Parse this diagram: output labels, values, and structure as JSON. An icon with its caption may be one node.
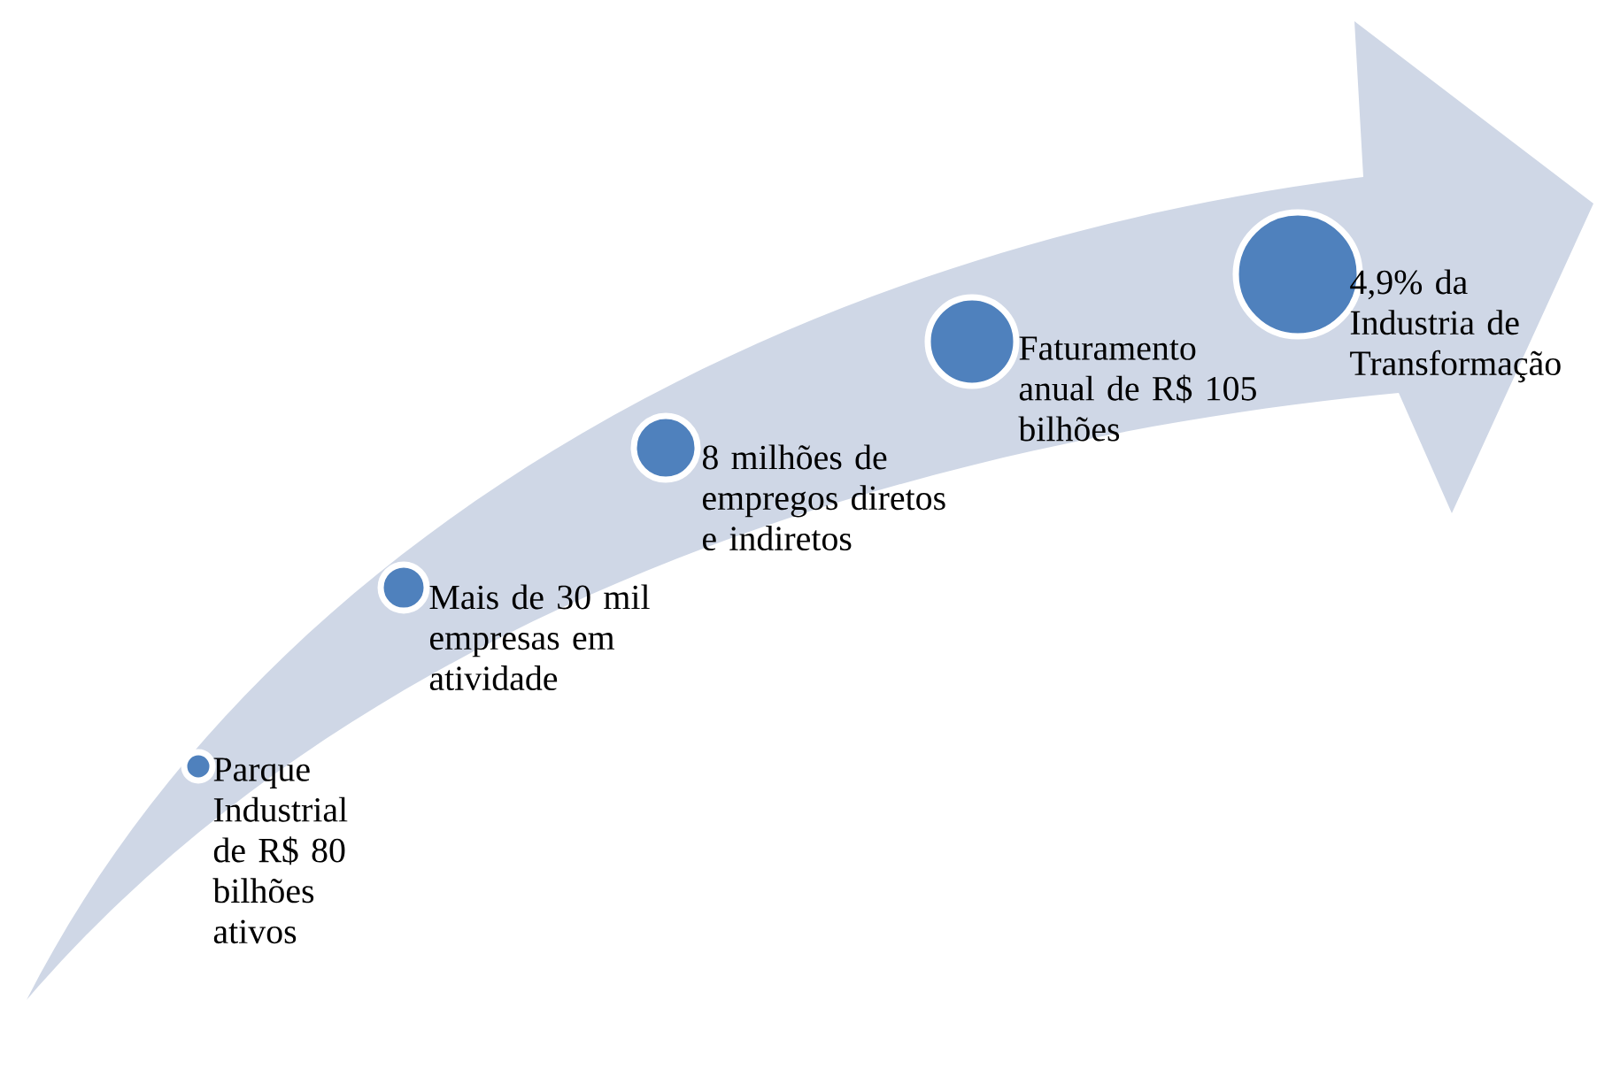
{
  "diagram": {
    "nodes": [
      {
        "text": [],
        "shape": "circle",
        "beside": [
          "Parque Industrial de R$ 80 bilhões ativos"
        ]
      },
      {
        "text": [],
        "shape": "circle",
        "beside": [
          "Mais de 30 mil empresas em atividade"
        ]
      },
      {
        "text": [],
        "shape": "circle",
        "beside": [
          "8 milhões de empregos diretos e indiretos"
        ]
      },
      {
        "text": [],
        "shape": "circle",
        "beside": [
          "Faturamento anual de R$ 105 bilhões"
        ]
      },
      {
        "text": [],
        "shape": "circle",
        "beside": [
          "4,9% da Industria de Transformação"
        ]
      }
    ]
  }
}
